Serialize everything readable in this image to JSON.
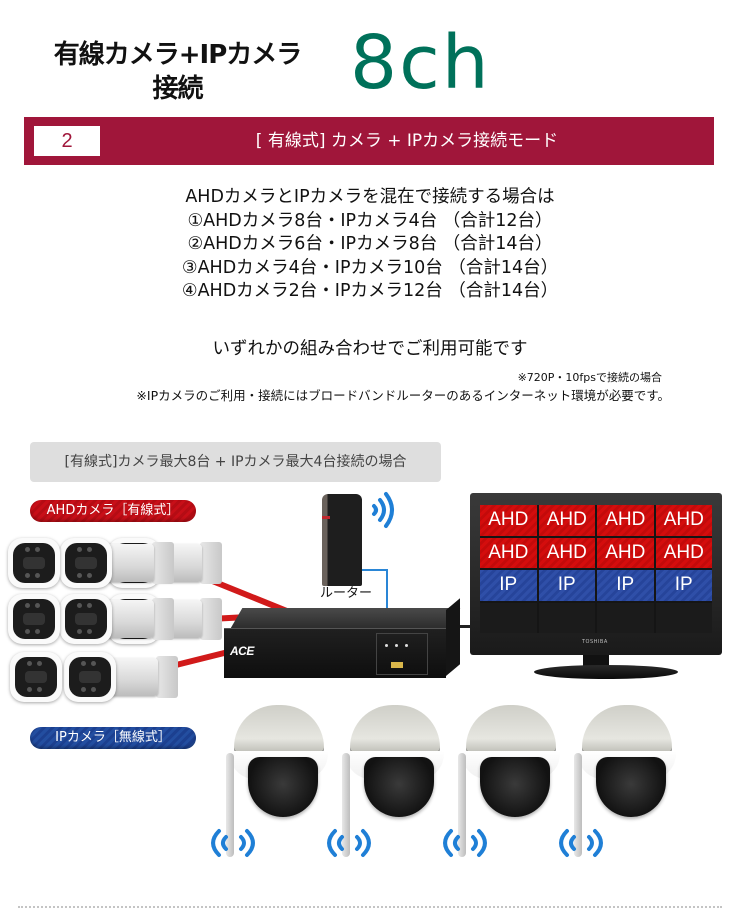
{
  "header": {
    "title_line1": "有線カメラ+IPカメラ",
    "title_line2": "接続",
    "channel_count": "8ch",
    "accent_color": "#00715a"
  },
  "mode_banner": {
    "number": "2",
    "label": "[ 有線式] カメラ + IPカメラ接続モード",
    "color": "#a0163a"
  },
  "combinations": {
    "intro": "AHDカメラとIPカメラを混在で接続する場合は",
    "items": [
      "①AHDカメラ8台・IPカメラ4台 （合計12台）",
      "②AHDカメラ6台・IPカメラ8台 （合計14台）",
      "③AHDカメラ4台・IPカメラ10台 （合計14台）",
      "④AHDカメラ2台・IPカメラ12台 （合計14台）"
    ],
    "summary": "いずれかの組み合わせでご利用可能です",
    "note_resolution": "※720P・10fpsで接続の場合",
    "note_router": "※IPカメラのご利用・接続にはブロードバンドルーターのあるインターネット環境が必要です。"
  },
  "diagram": {
    "case_label": "[有線式]カメラ最大8台 + IPカメラ最大4台接続の場合",
    "ahd_label": "AHDカメラ［有線式］",
    "ip_label": "IPカメラ［無線式］",
    "router_label": "ルーター",
    "dvr_brand": "ACE",
    "monitor_brand": "TOSHIBA",
    "bullet_camera_count": 8,
    "dome_camera_count": 4,
    "screen_grid": [
      [
        "AHD",
        "AHD",
        "AHD",
        "AHD"
      ],
      [
        "AHD",
        "AHD",
        "AHD",
        "AHD"
      ],
      [
        "IP",
        "IP",
        "IP",
        "IP"
      ],
      [
        "",
        "",
        "",
        ""
      ]
    ],
    "colors": {
      "ahd": "#d40d0d",
      "ip": "#2f4fa8",
      "cable": "#d11a1a",
      "network": "#2a86d6"
    }
  }
}
